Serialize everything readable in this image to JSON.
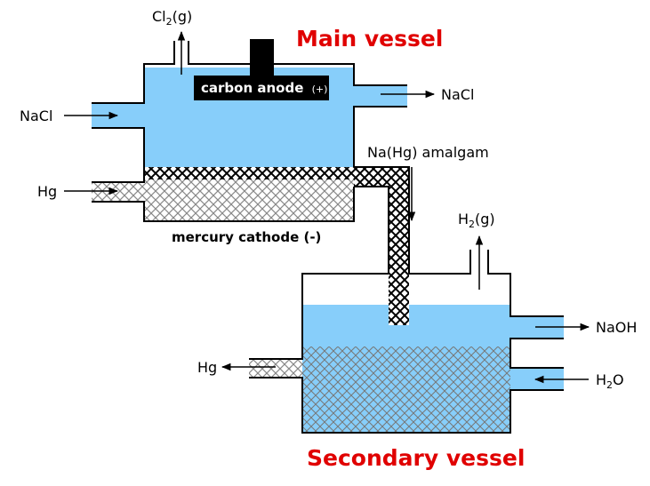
{
  "titles": {
    "main": "Main vessel",
    "secondary": "Secondary vessel"
  },
  "labels": {
    "cl2_pre": "Cl",
    "cl2_sub": "2",
    "cl2_post": "(g)",
    "anode_main": "carbon anode",
    "anode_sign": "(+)",
    "nacl_in": "NaCl",
    "nacl_out": "NaCl",
    "hg_in": "Hg",
    "cathode": "mercury cathode (-)",
    "amalgam": "Na(Hg) amalgam",
    "h2_pre": "H",
    "h2_sub": "2",
    "h2_post": "(g)",
    "naoh": "NaOH",
    "h2o_pre": "H",
    "h2o_sub": "2",
    "h2o_post": "O",
    "hg_out": "Hg"
  },
  "colors": {
    "title": "#e00000",
    "liquid": "#87cefa",
    "outline": "#000000",
    "anode": "#000000",
    "hatch_light": "#888888",
    "hatch_dark": "#000000"
  }
}
